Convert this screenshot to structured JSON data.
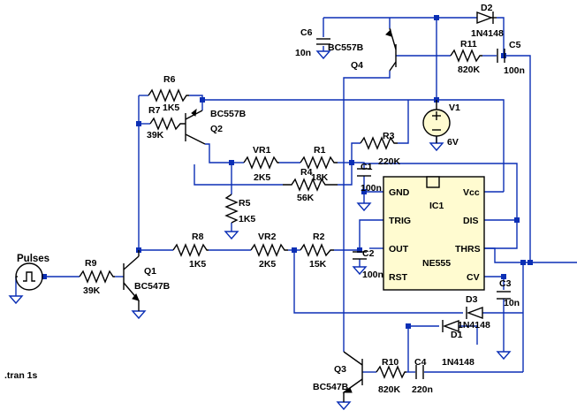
{
  "components": {
    "R1": {
      "ref": "R1",
      "value": "18K"
    },
    "R2": {
      "ref": "R2",
      "value": "15K"
    },
    "R3": {
      "ref": "R3",
      "value": "220K"
    },
    "R4": {
      "ref": "R4",
      "value": "56K"
    },
    "R5": {
      "ref": "R5",
      "value": "1K5"
    },
    "R6": {
      "ref": "R6",
      "value": "1K5"
    },
    "R7": {
      "ref": "R7",
      "value": "39K"
    },
    "R8": {
      "ref": "R8",
      "value": "1K5"
    },
    "R9": {
      "ref": "R9",
      "value": "39K"
    },
    "R10": {
      "ref": "R10",
      "value": "820K"
    },
    "R11": {
      "ref": "R11",
      "value": "820K"
    },
    "VR1": {
      "ref": "VR1",
      "value": "2K5"
    },
    "VR2": {
      "ref": "VR2",
      "value": "2K5"
    },
    "C1": {
      "ref": "C1",
      "value": "100n"
    },
    "C2": {
      "ref": "C2",
      "value": "100n"
    },
    "C3": {
      "ref": "C3",
      "value": "10n"
    },
    "C4": {
      "ref": "C4",
      "value": "220n"
    },
    "C5": {
      "ref": "C5",
      "value": "100n"
    },
    "C6": {
      "ref": "C6",
      "value": "10n"
    },
    "D1": {
      "ref": "D1",
      "value": "1N4148"
    },
    "D2": {
      "ref": "D2",
      "value": "1N4148"
    },
    "D3": {
      "ref": "D3",
      "value": "1N4148"
    },
    "Q1": {
      "ref": "Q1",
      "value": "BC547B"
    },
    "Q2": {
      "ref": "Q2",
      "value": "BC557B"
    },
    "Q3": {
      "ref": "Q3",
      "value": "BC547B"
    },
    "Q4": {
      "ref": "Q4",
      "value": "BC557B"
    },
    "V1": {
      "ref": "V1",
      "value": "6V"
    },
    "IC1": {
      "ref": "IC1",
      "value": "NE555"
    }
  },
  "ic_pins": {
    "gnd": "GND",
    "trig": "TRIG",
    "out": "OUT",
    "rst": "RST",
    "vcc": "Vcc",
    "dis": "DIS",
    "thrs": "THRS",
    "cv": "CV"
  },
  "source": {
    "label": "Pulses"
  },
  "directive": ".tran 1s",
  "colors": {
    "wire": "#0b2fb5",
    "component": "#000000",
    "ic_fill": "#fffbd0"
  }
}
